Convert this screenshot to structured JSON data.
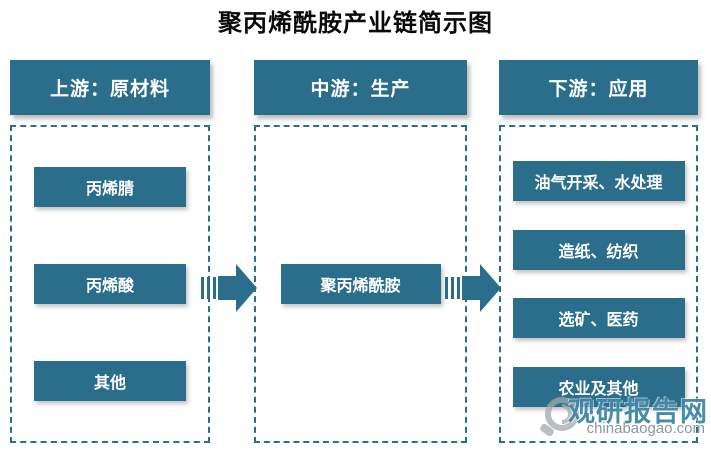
{
  "title": "聚丙烯酰胺产业链简示图",
  "colors": {
    "box_fill": "#2b6e8c",
    "box_text": "#ffffff",
    "dashed_border": "#24708e",
    "watermark_teal": "#2d7c9e",
    "watermark_gray": "#8d969b"
  },
  "columns": [
    {
      "header": "上游：原材料",
      "items": [
        "丙烯腈",
        "丙烯酸",
        "其他"
      ]
    },
    {
      "header": "中游：生产",
      "items": [
        "聚丙烯酰胺"
      ]
    },
    {
      "header": "下游：应用",
      "items": [
        "油气开采、水处理",
        "造纸、纺织",
        "选矿、医药",
        "农业及其他"
      ]
    }
  ],
  "watermark": {
    "site_name": "观研报告网",
    "domain": "chinabaogao.com",
    "logo": "magnifier-icon"
  }
}
